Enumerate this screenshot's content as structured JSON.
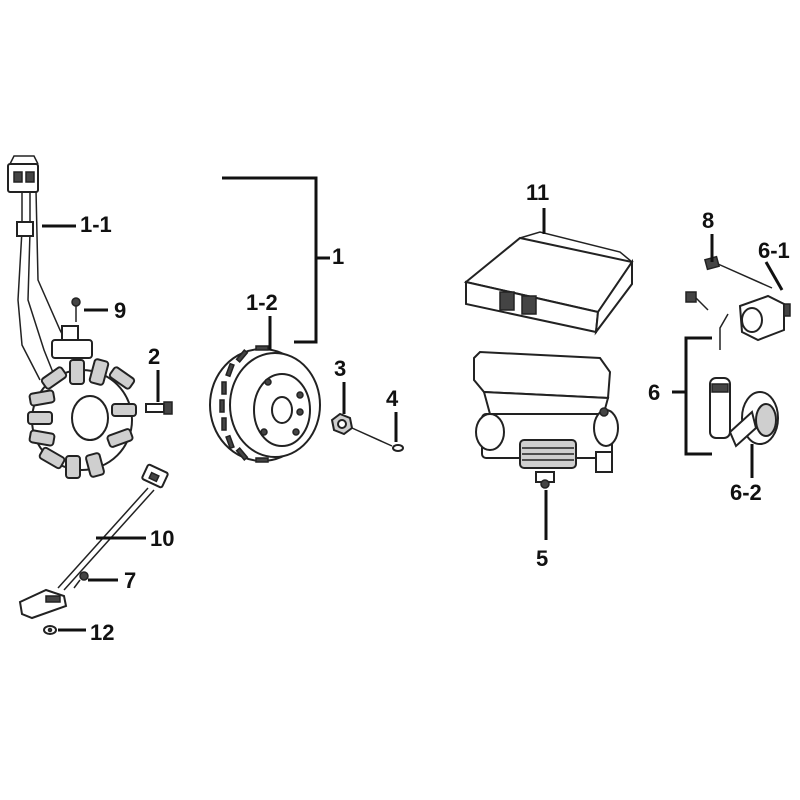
{
  "callouts": {
    "c1": "1",
    "c1_1": "1-1",
    "c1_2": "1-2",
    "c2": "2",
    "c3": "3",
    "c4": "4",
    "c5": "5",
    "c6": "6",
    "c6_1": "6-1",
    "c6_2": "6-2",
    "c7": "7",
    "c8": "8",
    "c9": "9",
    "c10": "10",
    "c11": "11",
    "c12": "12"
  }
}
